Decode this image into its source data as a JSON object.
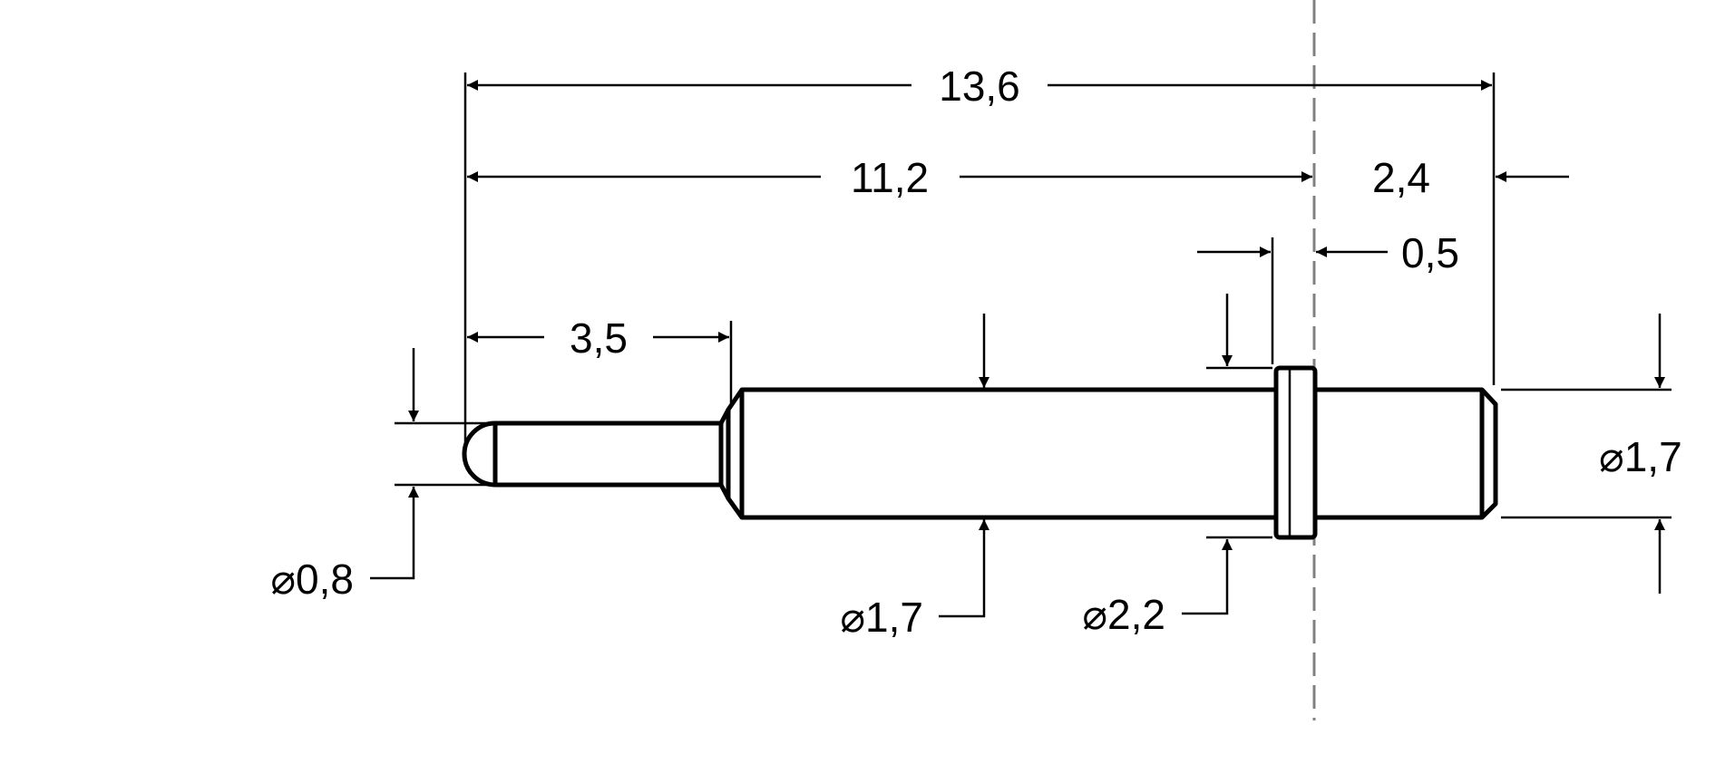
{
  "dimensions": {
    "overall_length": "13,6",
    "body_length": "11,2",
    "tail_length": "2,4",
    "collar_thickness": "0,5",
    "tip_length": "3,5",
    "tip_diameter": "0,8",
    "body_diameter": "1,7",
    "collar_diameter": "2,2",
    "tail_diameter": "1,7"
  },
  "diameter_symbol": "⌀",
  "colors": {
    "part_outline": "#000000",
    "dimension_line": "#000000",
    "center_line": "#808080"
  }
}
